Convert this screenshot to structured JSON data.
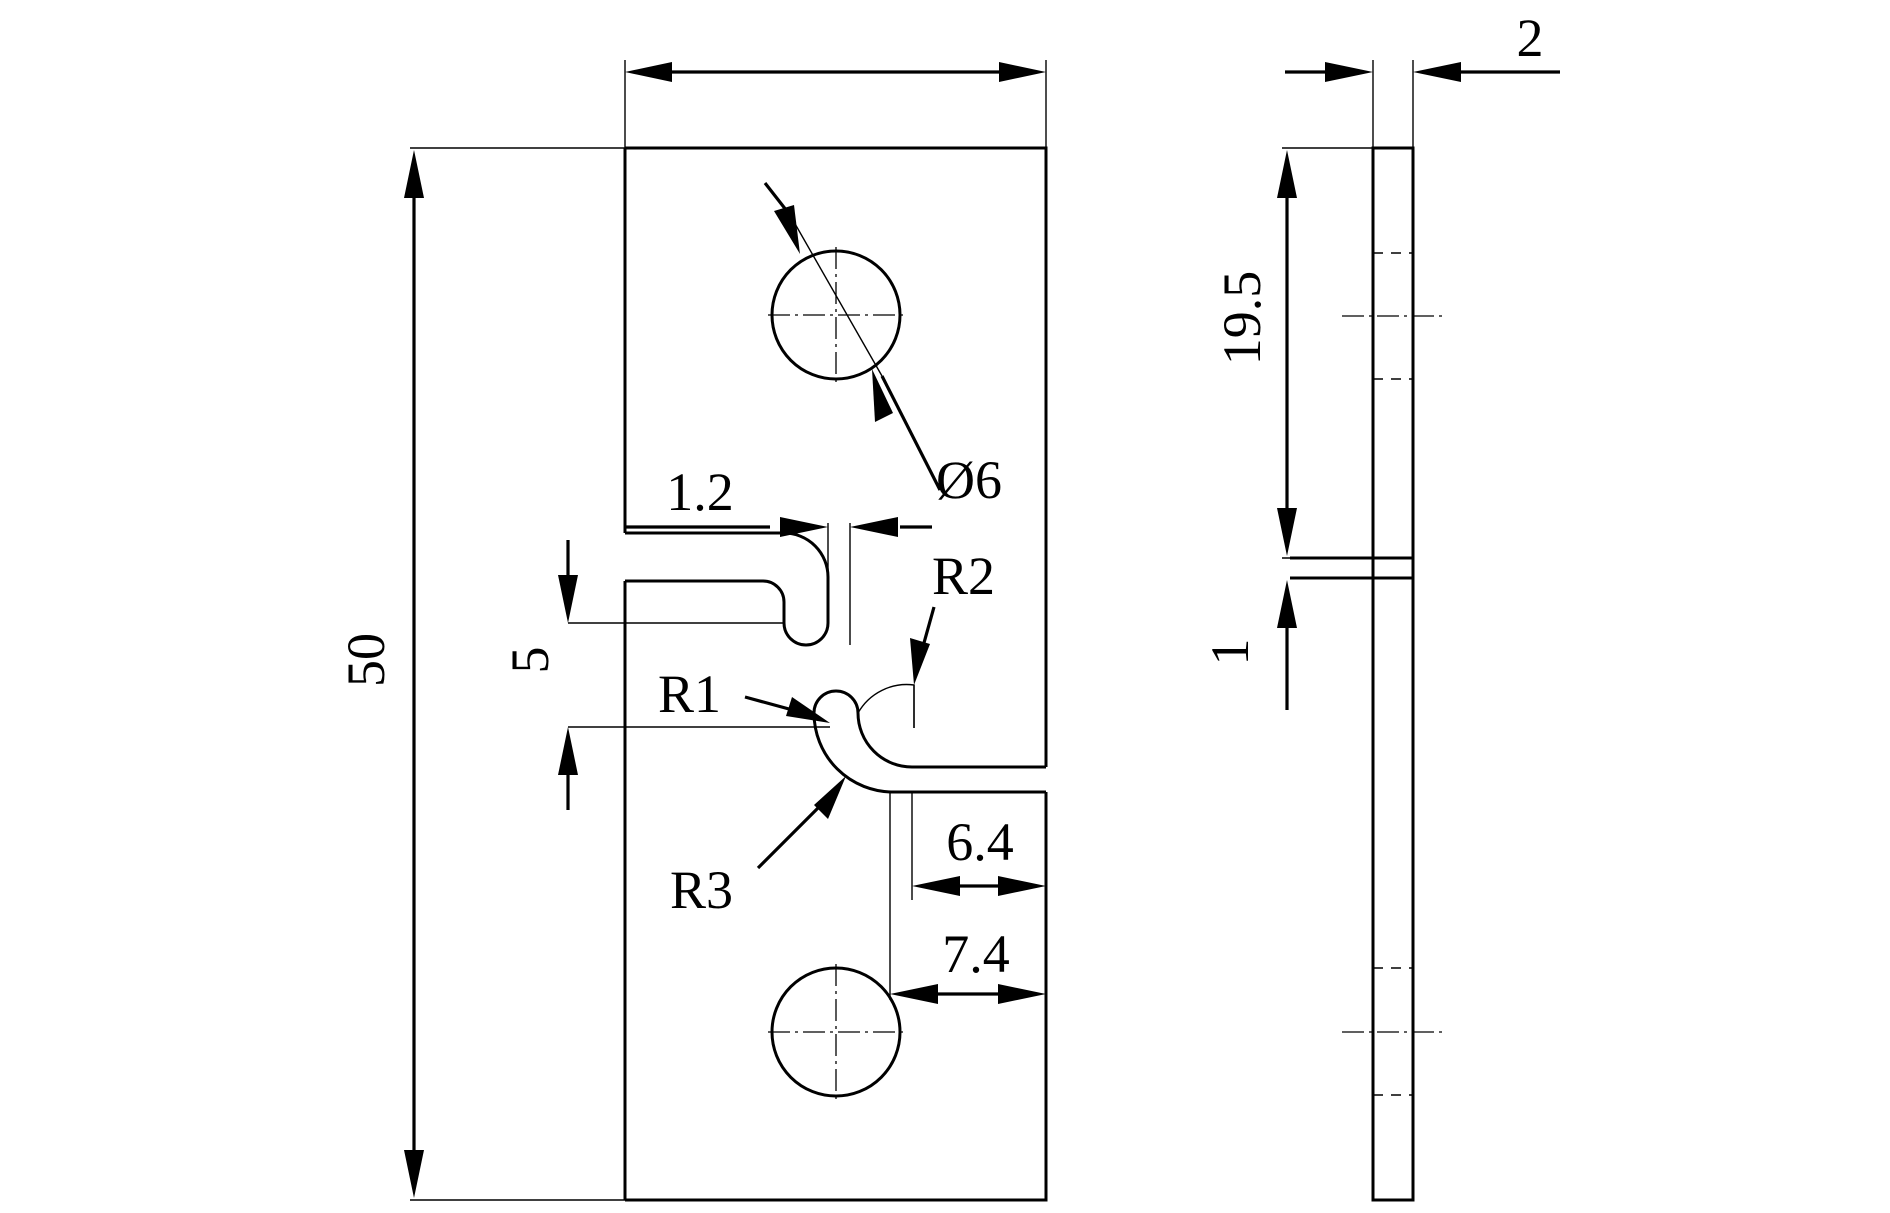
{
  "dimensions": {
    "thickness": "2",
    "hole_offset": "19.5",
    "slot_thickness": "1",
    "length": "50",
    "slot_width": "1.2",
    "hole_diameter": "Ø6",
    "radius_r2": "R2",
    "radius_r1": "R1",
    "gap": "5",
    "radius_r3": "R3",
    "step_a": "6.4",
    "step_b": "7.4"
  }
}
